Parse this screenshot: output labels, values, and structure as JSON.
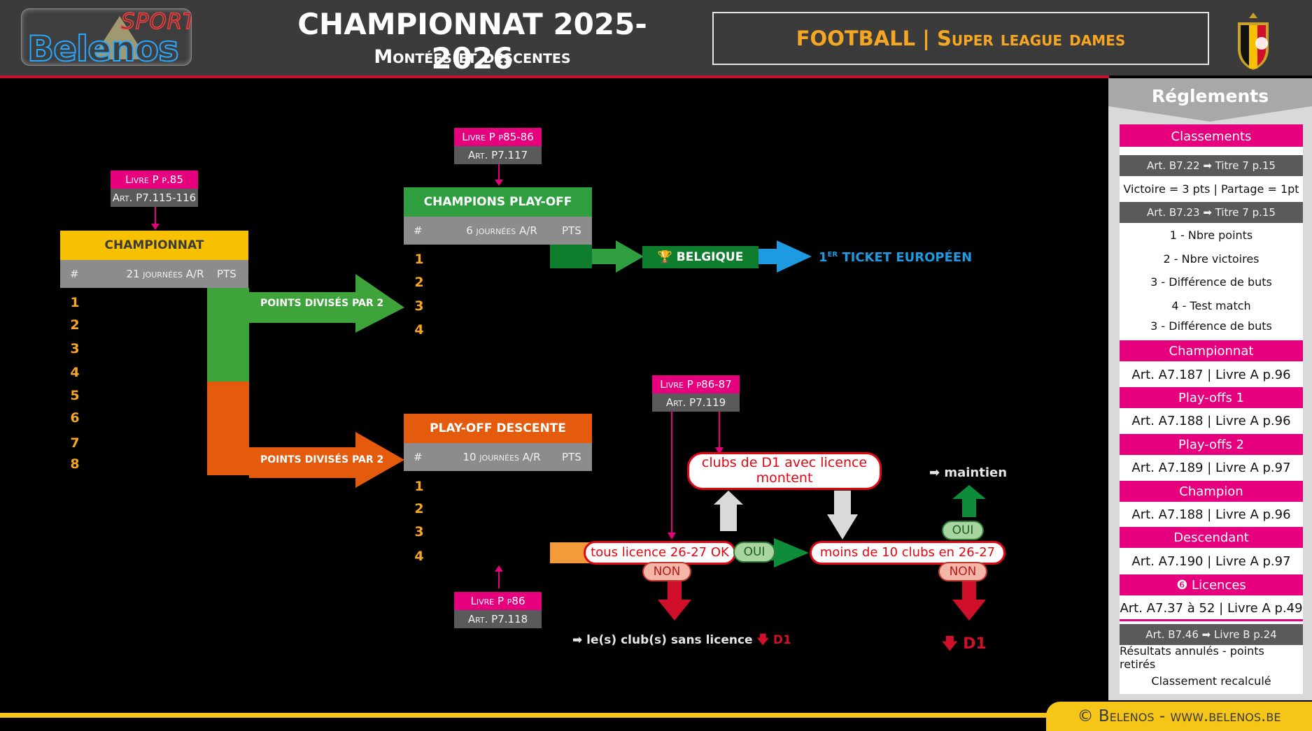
{
  "header": {
    "logo_sports": "SPORTS",
    "logo_belenos": "Belenos",
    "title": "CHAMPIONNAT 2025-2026",
    "subtitle": "Montées et descentes",
    "competition": "FOOTBALL | Super league dames"
  },
  "championnat": {
    "ref_book": "Livre P p.85",
    "ref_art": "Art. P7.115-116",
    "title": "CHAMPIONNAT",
    "col_hash": "#",
    "col_mid": "21 journées A/R",
    "col_pts": "PTS",
    "ranks": [
      "1",
      "2",
      "3",
      "4",
      "5",
      "6",
      "7",
      "8"
    ]
  },
  "arrows": {
    "top_label": "POINTS DIVISÉS PAR 2",
    "bottom_label": "POINTS DIVISÉS PAR 2"
  },
  "champions_po": {
    "ref_book": "Livre P p85-86",
    "ref_art": "Art. P7.117",
    "title": "CHAMPIONS PLAY-OFF",
    "col_hash": "#",
    "col_mid": "6 journées A/R",
    "col_pts": "PTS",
    "ranks": [
      "1",
      "2",
      "3",
      "4"
    ],
    "belgique": "BELGIQUE",
    "ticket_sup": "ER",
    "ticket_num": "1",
    "ticket": "TICKET EUROPÉEN"
  },
  "descente_po": {
    "ref_art_top_book": "Livre P p86-87",
    "ref_art_top": "Art. P7.119",
    "ref_book": "Livre P p86",
    "ref_art": "Art. P7.118",
    "title": "PLAY-OFF DESCENTE",
    "col_hash": "#",
    "col_mid": "10 journées A/R",
    "col_pts": "PTS",
    "ranks": [
      "1",
      "2",
      "3",
      "4"
    ]
  },
  "flow": {
    "licence_ok": "tous licence 26-27 OK",
    "clubs_d1": "clubs de D1 avec licence montent",
    "moins_10": "moins de 10 clubs en 26-27",
    "oui1": "OUI",
    "oui2": "OUI",
    "non1": "NON",
    "non2": "NON",
    "maintien": "maintien",
    "sans_licence": "le(s) club(s) sans licence",
    "d1_small": "D1",
    "d1_big": "D1"
  },
  "sidebar": {
    "title": "Réglements",
    "rows": [
      {
        "kind": "pk",
        "text": "Classements"
      },
      {
        "kind": "gy",
        "text": "Art. B7.22 ➡ Titre 7 p.15"
      },
      {
        "kind": "wt",
        "text": "Victoire = 3 pts  | Partage = 1pt"
      },
      {
        "kind": "gy",
        "text": "Art. B7.23 ➡ Titre 7 p.15"
      },
      {
        "kind": "wt",
        "text": "1 - Nbre points"
      },
      {
        "kind": "wt",
        "text": "2 - Nbre victoires"
      },
      {
        "kind": "wt",
        "text": "3 - Différence de buts"
      },
      {
        "kind": "wt",
        "text": "4 - Test match"
      },
      {
        "kind": "wt",
        "text": "3 - Différence de buts"
      },
      {
        "kind": "pk",
        "text": "Championnat"
      },
      {
        "kind": "lg",
        "text": "Art. A7.187  | Livre A p.96"
      },
      {
        "kind": "pk",
        "text": "Play-offs 1"
      },
      {
        "kind": "lg",
        "text": "Art. A7.188  | Livre A p.96"
      },
      {
        "kind": "pk",
        "text": "Play-offs 2"
      },
      {
        "kind": "lg",
        "text": "Art. A7.189  | Livre A p.97"
      },
      {
        "kind": "pk",
        "text": "Champion"
      },
      {
        "kind": "lg",
        "text": "Art. A7.188  | Livre A p.96"
      },
      {
        "kind": "pk",
        "text": "Descendant"
      },
      {
        "kind": "lg",
        "text": "Art. A7.190  | Livre A p.97"
      },
      {
        "kind": "pk",
        "text": "❻   Licences"
      },
      {
        "kind": "lg",
        "text": "Art. A7.37 à 52  | Livre A p.49"
      },
      {
        "kind": "gy",
        "text": "Art. B7.46 ➡ Livre B p.24"
      },
      {
        "kind": "wt",
        "text": "Résultats annulés - points retirés"
      },
      {
        "kind": "wt",
        "text": "Classement recalculé"
      }
    ]
  },
  "footer": {
    "text": "© Belenos - www.belenos.be"
  },
  "colors": {
    "championnat": "#f7c000",
    "champions": "#2e9e3f",
    "descente": "#e55b0e",
    "blue": "#1e9be0",
    "pink": "#e6007e"
  }
}
